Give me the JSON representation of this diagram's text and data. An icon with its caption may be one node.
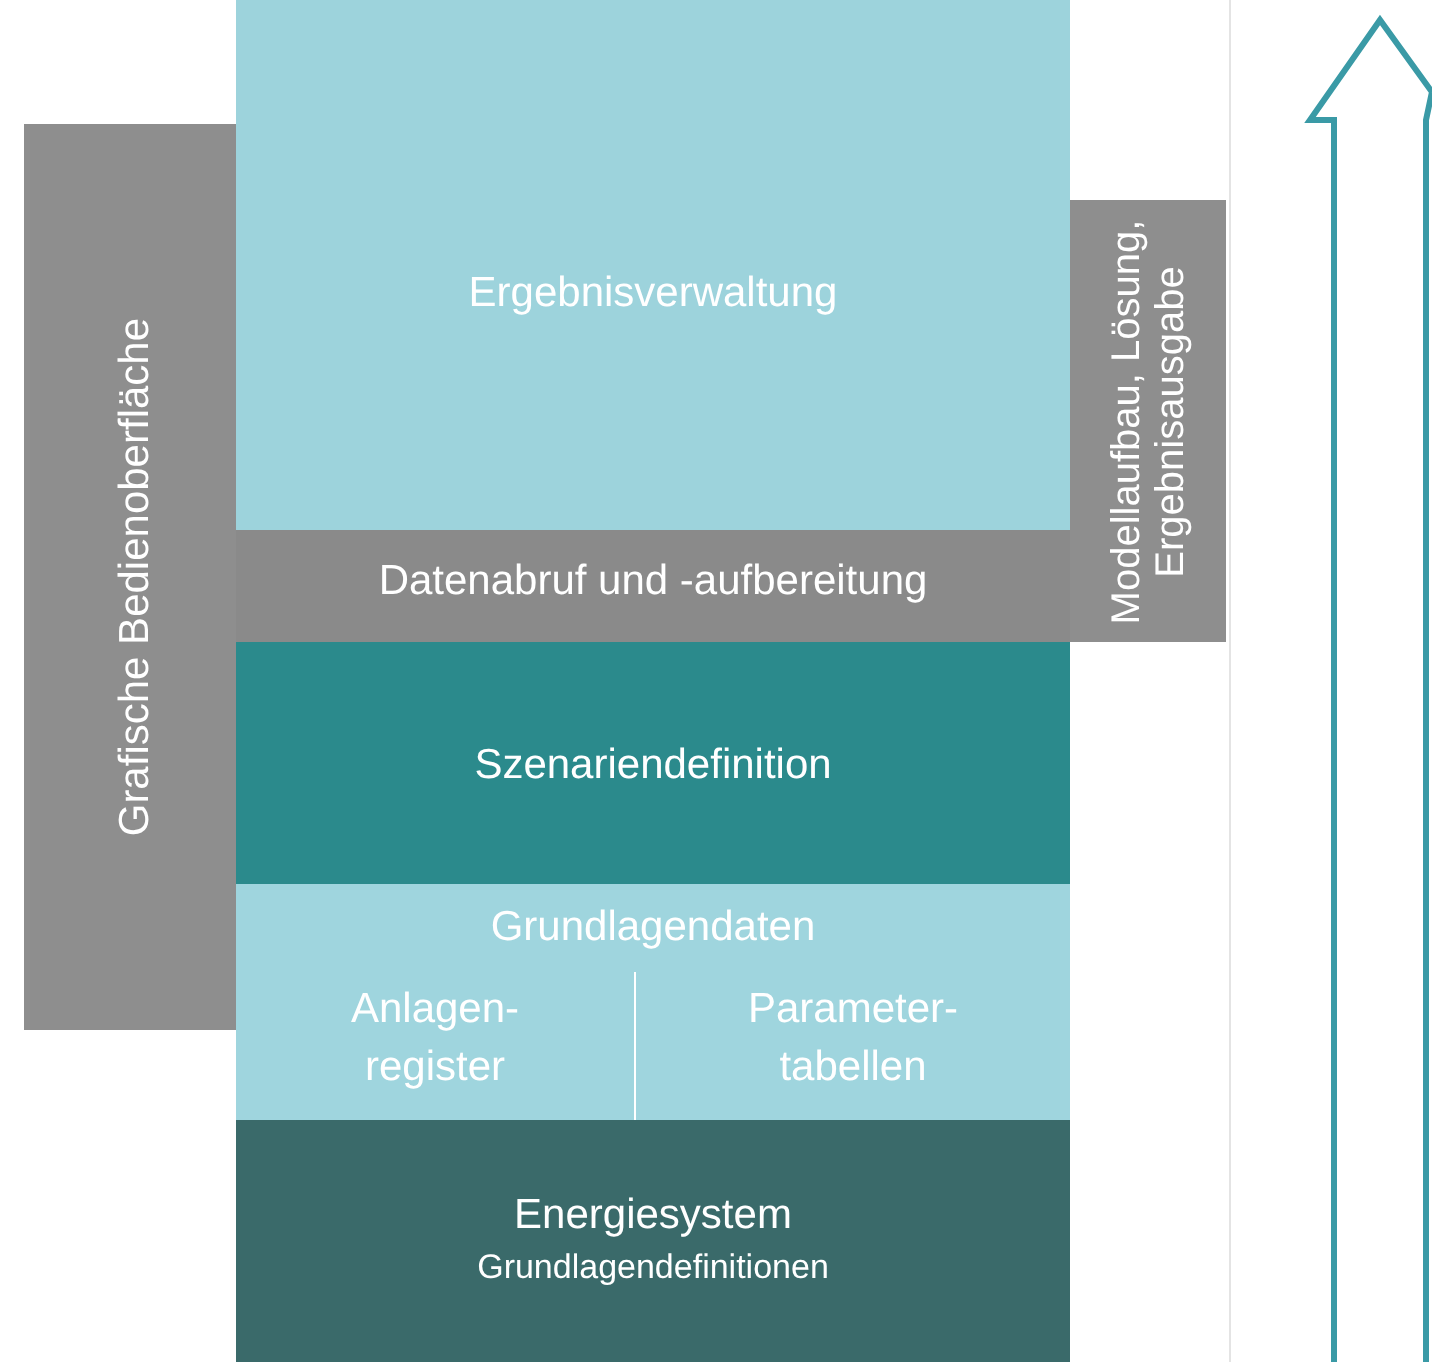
{
  "diagram": {
    "nodes": [
      {
        "text": [
          "Grafische Bedienoberfläche"
        ]
      },
      {
        "text": [
          "Ergebnisverwaltung"
        ]
      },
      {
        "text": [
          "Datenabruf und -aufbereitung"
        ]
      },
      {
        "text": [
          "Modellaufbau, Lösung, Ergebnisausgabe"
        ]
      },
      {
        "text": [
          "Szenariendefinition"
        ]
      },
      {
        "text": [
          "Grundlagendaten"
        ]
      },
      {
        "text": [
          "Anlagen-register"
        ],
        "in": 5
      },
      {
        "text": [
          "Parameter-tabellen"
        ],
        "in": 5
      },
      {
        "text": [
          "Energiesystem",
          "Grundlagendefinitionen"
        ]
      }
    ],
    "edges": []
  }
}
